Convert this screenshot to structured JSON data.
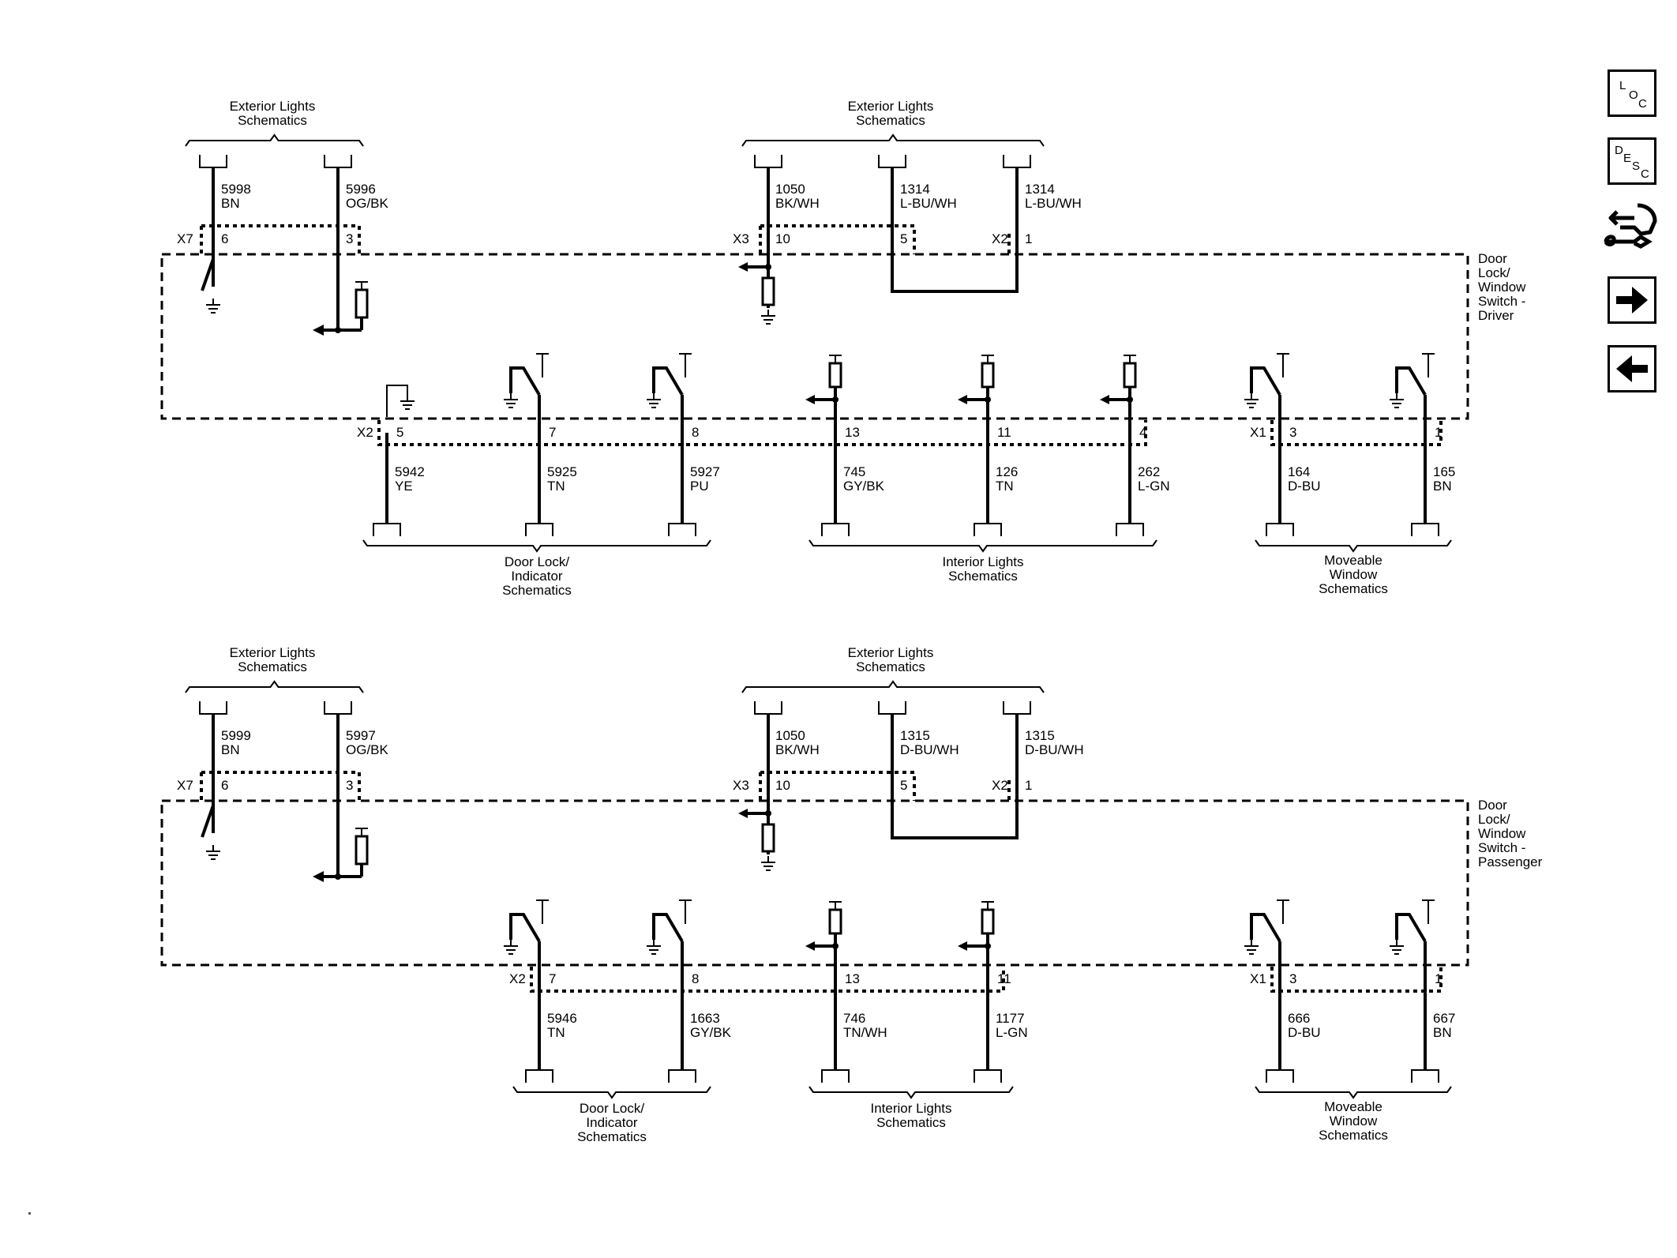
{
  "side_nav": {
    "loc": {
      "chars": [
        "L",
        "O",
        "C"
      ]
    },
    "desc": {
      "chars": [
        "D",
        "E",
        "S",
        "C"
      ]
    },
    "connector_icon": "connector-icon",
    "next_icon": "arrow-right-icon",
    "prev_icon": "arrow-left-icon"
  },
  "driver": {
    "module_label": [
      "Door",
      "Lock/",
      "Window",
      "Switch -",
      "Driver"
    ],
    "ext_left": {
      "title": [
        "Exterior Lights",
        "Schematics"
      ]
    },
    "ext_mid": {
      "title": [
        "Exterior Lights",
        "Schematics"
      ]
    },
    "top_wires": [
      {
        "circuit": "5998",
        "color": "BN",
        "pin": "6"
      },
      {
        "circuit": "5996",
        "color": "OG/BK",
        "pin": "3"
      },
      {
        "circuit": "1050",
        "color": "BK/WH",
        "pin": "10"
      },
      {
        "circuit": "1314",
        "color": "L-BU/WH",
        "pin": "5"
      },
      {
        "circuit": "1314",
        "color": "L-BU/WH",
        "pin": "1"
      }
    ],
    "connectors": {
      "x7": "X7",
      "x3": "X3",
      "x2_top": "X2",
      "x2_bottom": "X2",
      "x1": "X1"
    },
    "bottom_wires": [
      {
        "circuit": "5942",
        "color": "YE",
        "pin": "5"
      },
      {
        "circuit": "5925",
        "color": "TN",
        "pin": "7"
      },
      {
        "circuit": "5927",
        "color": "PU",
        "pin": "8"
      },
      {
        "circuit": "745",
        "color": "GY/BK",
        "pin": "13"
      },
      {
        "circuit": "126",
        "color": "TN",
        "pin": "11"
      },
      {
        "circuit": "262",
        "color": "L-GN",
        "pin": "4"
      },
      {
        "circuit": "164",
        "color": "D-BU",
        "pin": "3"
      },
      {
        "circuit": "165",
        "color": "BN",
        "pin": "1"
      }
    ],
    "groups": {
      "door_lock": [
        "Door Lock/",
        "Indicator",
        "Schematics"
      ],
      "interior": [
        "Interior Lights",
        "Schematics"
      ],
      "window": [
        "Moveable",
        "Window",
        "Schematics"
      ]
    }
  },
  "passenger": {
    "module_label": [
      "Door",
      "Lock/",
      "Window",
      "Switch -",
      "Passenger"
    ],
    "ext_left": {
      "title": [
        "Exterior Lights",
        "Schematics"
      ]
    },
    "ext_mid": {
      "title": [
        "Exterior Lights",
        "Schematics"
      ]
    },
    "top_wires": [
      {
        "circuit": "5999",
        "color": "BN",
        "pin": "6"
      },
      {
        "circuit": "5997",
        "color": "OG/BK",
        "pin": "3"
      },
      {
        "circuit": "1050",
        "color": "BK/WH",
        "pin": "10"
      },
      {
        "circuit": "1315",
        "color": "D-BU/WH",
        "pin": "5"
      },
      {
        "circuit": "1315",
        "color": "D-BU/WH",
        "pin": "1"
      }
    ],
    "connectors": {
      "x7": "X7",
      "x3": "X3",
      "x2_top": "X2",
      "x2_bottom": "X2",
      "x1": "X1"
    },
    "bottom_wires": [
      {
        "circuit": "5946",
        "color": "TN",
        "pin": "7"
      },
      {
        "circuit": "1663",
        "color": "GY/BK",
        "pin": "8"
      },
      {
        "circuit": "746",
        "color": "TN/WH",
        "pin": "13"
      },
      {
        "circuit": "1177",
        "color": "L-GN",
        "pin": "11"
      },
      {
        "circuit": "666",
        "color": "D-BU",
        "pin": "3"
      },
      {
        "circuit": "667",
        "color": "BN",
        "pin": "1"
      }
    ],
    "groups": {
      "door_lock": [
        "Door Lock/",
        "Indicator",
        "Schematics"
      ],
      "interior": [
        "Interior Lights",
        "Schematics"
      ],
      "window": [
        "Moveable",
        "Window",
        "Schematics"
      ]
    }
  }
}
